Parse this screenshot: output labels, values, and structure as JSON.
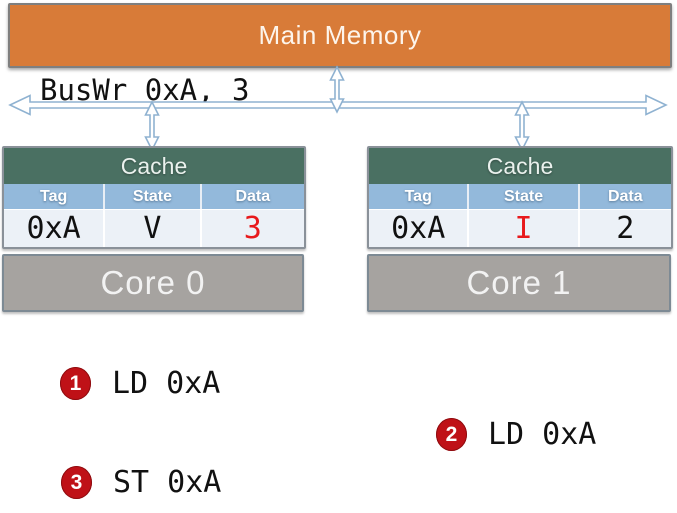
{
  "memory": {
    "label": "Main Memory"
  },
  "bus": {
    "label": "BusWr 0xA, 3"
  },
  "cache_left": {
    "title": "Cache",
    "columns": {
      "tag": "Tag",
      "state": "State",
      "data": "Data"
    },
    "row": {
      "tag": "0xA",
      "state": "V",
      "data": "3"
    },
    "highlighted_cell": "data"
  },
  "cache_right": {
    "title": "Cache",
    "columns": {
      "tag": "Tag",
      "state": "State",
      "data": "Data"
    },
    "row": {
      "tag": "0xA",
      "state": "I",
      "data": "2"
    },
    "highlighted_cell": "state"
  },
  "cores": {
    "core0": "Core 0",
    "core1": "Core 1"
  },
  "events": {
    "e1": {
      "num": "1",
      "label": "LD 0xA"
    },
    "e2": {
      "num": "2",
      "label": "LD 0xA"
    },
    "e3": {
      "num": "3",
      "label": "ST 0xA"
    }
  },
  "colors": {
    "memory_orange": "#d87b38",
    "cache_header_green": "#4a7062",
    "column_header_blue": "#93b9db",
    "row_background": "#ecf1f7",
    "core_gray": "#a6a3a0",
    "bus_arrow_blue": "#8fb2d1",
    "highlight_red": "#e8191c",
    "bullet_red": "#bf1117"
  }
}
